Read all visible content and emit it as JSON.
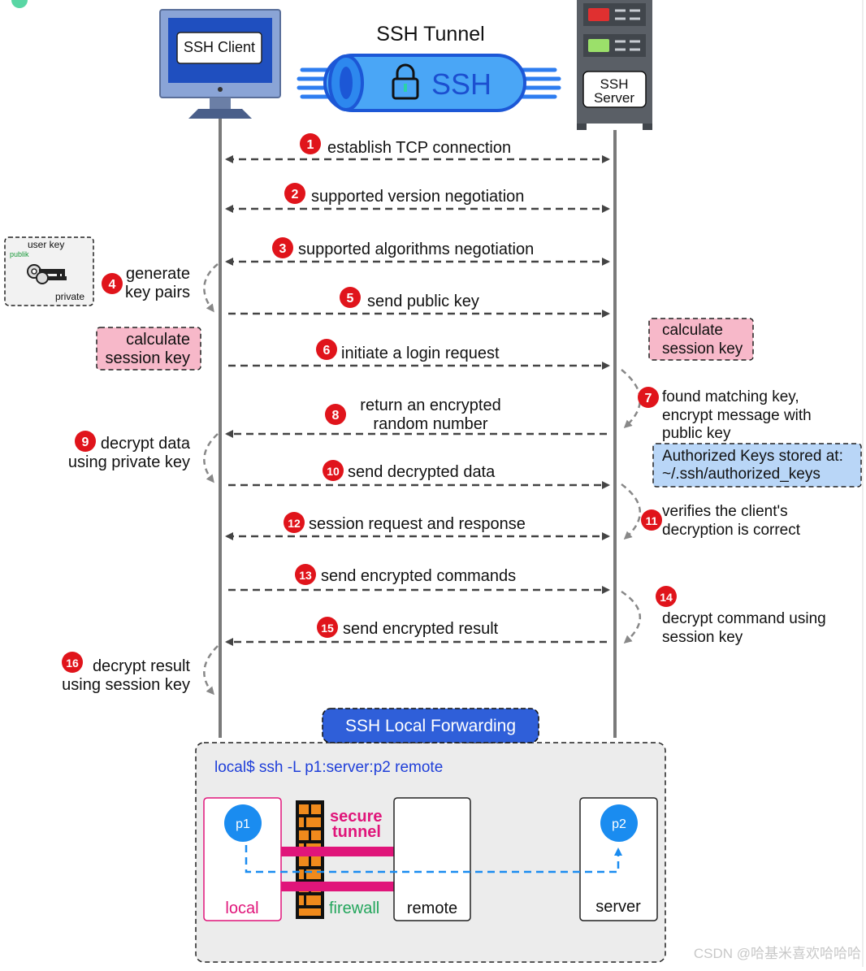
{
  "client": {
    "label": "SSH Client"
  },
  "tunnel": {
    "title": "SSH Tunnel",
    "label": "SSH"
  },
  "server": {
    "label_line1": "SSH",
    "label_line2": "Server"
  },
  "key_box": {
    "top": "user key",
    "public": "publik",
    "bottom": "private"
  },
  "steps": [
    {
      "num": "1",
      "label": "establish TCP connection"
    },
    {
      "num": "2",
      "label": "supported version negotiation"
    },
    {
      "num": "3",
      "label": "supported algorithms negotiation"
    },
    {
      "num": "4",
      "line1": "generate",
      "line2": "key pairs"
    },
    {
      "num": "5",
      "label": "send public key"
    },
    {
      "num": "6",
      "label": "initiate a login request"
    },
    {
      "num": "7",
      "line1": "found matching key,",
      "line2": "encrypt message with",
      "line3": "public key"
    },
    {
      "num": "8",
      "line1": "return an encrypted",
      "line2": "random number"
    },
    {
      "num": "9",
      "line1": "decrypt data",
      "line2": "using private key"
    },
    {
      "num": "10",
      "label": "send decrypted data"
    },
    {
      "num": "11",
      "line1": "verifies the client's",
      "line2": "decryption is correct"
    },
    {
      "num": "12",
      "label": "session request and response"
    },
    {
      "num": "13",
      "label": "send encrypted commands"
    },
    {
      "num": "14",
      "line1": "decrypt command using",
      "line2": "session key"
    },
    {
      "num": "15",
      "label": "send encrypted result"
    },
    {
      "num": "16",
      "line1": "decrypt result",
      "line2": "using session key"
    }
  ],
  "session_key_client": {
    "line1": "calculate",
    "line2": "session key"
  },
  "session_key_server": {
    "line1": "calculate",
    "line2": "session key"
  },
  "authorized_keys": {
    "line1": "Authorized Keys stored at:",
    "line2": "~/.ssh/authorized_keys"
  },
  "forwarding": {
    "title": "SSH Local Forwarding",
    "command": "local$  ssh  -L p1:server:p2 remote",
    "local_port": "p1",
    "local_label": "local",
    "secure_tunnel_line1": "secure",
    "secure_tunnel_line2": "tunnel",
    "firewall_label": "firewall",
    "remote_label": "remote",
    "server_port": "p2",
    "server_label": "server"
  },
  "watermark": "CSDN @哈基米喜欢哈哈哈",
  "colors": {
    "badge_red": "#e0141b",
    "lifeline": "#7a7a7a",
    "session_pink": "#f7b8c9",
    "authorized_blue": "#b9d6f7",
    "tunnel_blue": "#2e7df0",
    "forward_title_blue": "#2f5fd9",
    "magenta": "#e0157a",
    "green": "#22a55b",
    "port_blue": "#1a8cf0",
    "firewall_orange": "#f08a1c"
  }
}
